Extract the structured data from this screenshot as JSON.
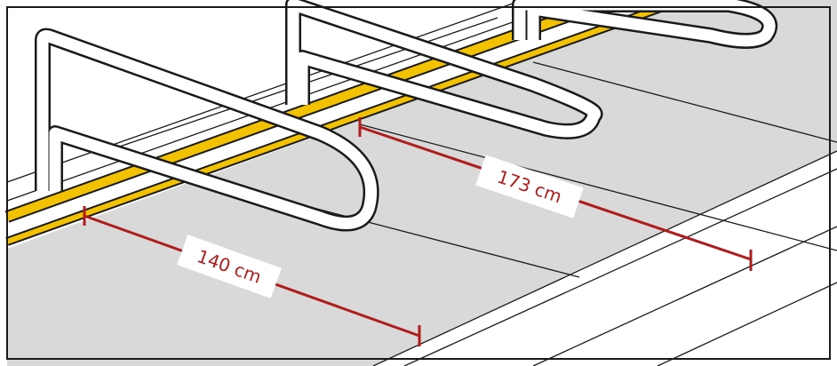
{
  "measurements": [
    {
      "id": "left-bay-width",
      "label": "140 cm"
    },
    {
      "id": "right-bay-width",
      "label": "173 cm"
    }
  ],
  "colors": {
    "pavement": "#d9d9d9",
    "yellow_line": "#f2c200",
    "dimension": "#b01c1c",
    "rack": "#ffffff",
    "outline": "#1a1a1a"
  }
}
